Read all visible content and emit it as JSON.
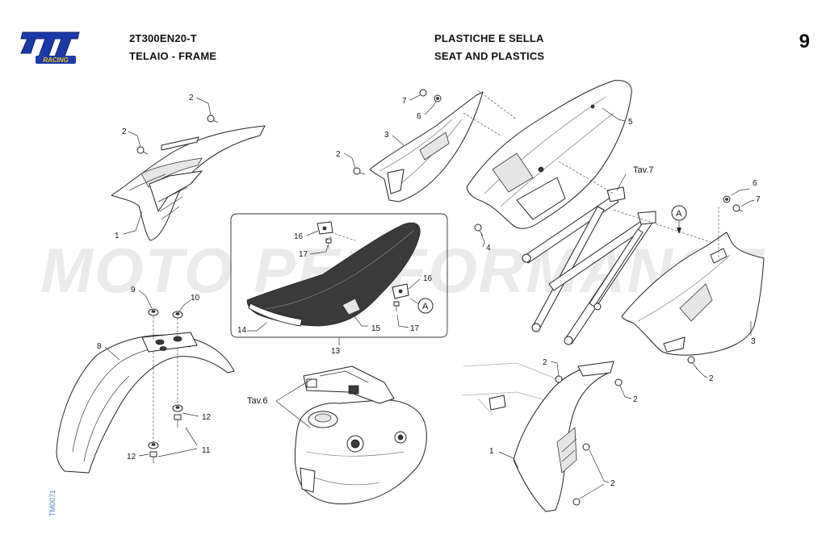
{
  "header": {
    "model": "2T300EN20-T",
    "group": "TELAIO - FRAME",
    "title_it": "PLASTICHE E SELLA",
    "title_en": "SEAT AND PLASTICS",
    "page": "9"
  },
  "logo": {
    "brand": "tm",
    "sub": "RACING",
    "colors": {
      "primary": "#1a3aa8",
      "accent": "#f2c418"
    }
  },
  "watermark": "MOTO PERFORMANCE",
  "doc_code": "TM0071",
  "refs": {
    "tav6": "Tav.6",
    "tav7": "Tav.7",
    "detail_a": "A"
  },
  "callouts": {
    "p1": "1",
    "p2": "2",
    "p3": "3",
    "p4": "4",
    "p5": "5",
    "p6": "6",
    "p7": "7",
    "p8": "8",
    "p9": "9",
    "p10": "10",
    "p11": "11",
    "p12": "12",
    "p13": "13",
    "p14": "14",
    "p15": "15",
    "p16": "16",
    "p17": "17"
  }
}
